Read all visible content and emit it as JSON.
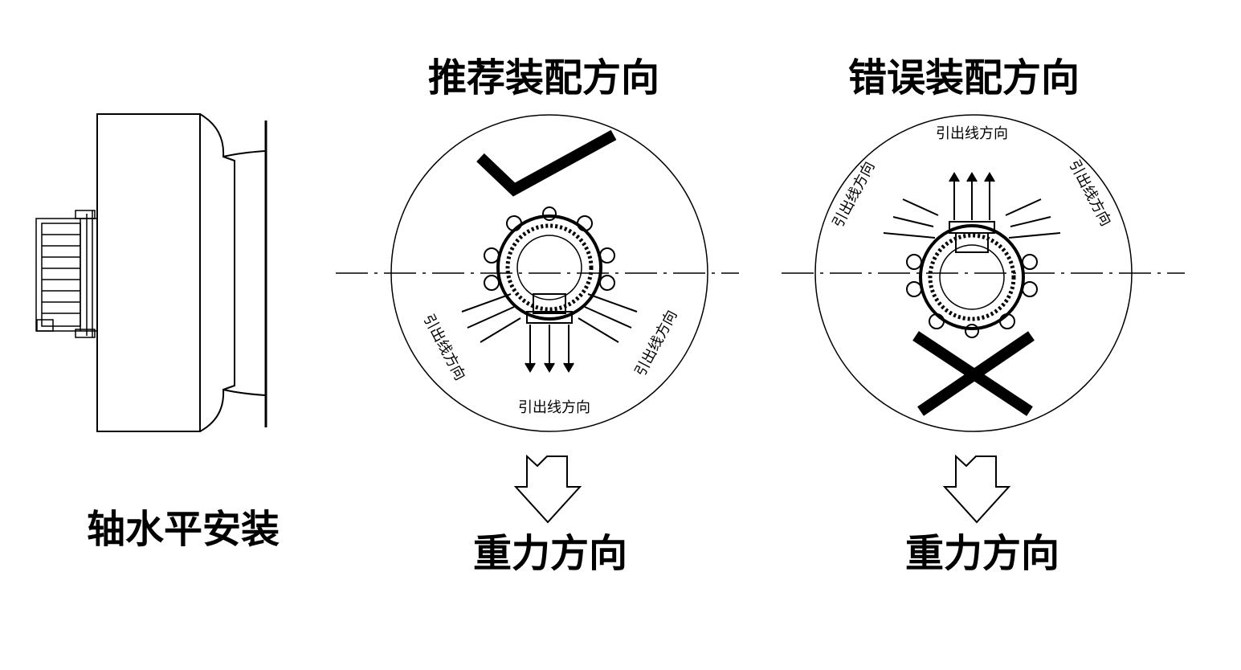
{
  "labels": {
    "recommended_title": "推荐装配方向",
    "wrong_title": "错误装配方向",
    "horizontal_mount": "轴水平安装",
    "gravity_left": "重力方向",
    "gravity_right": "重力方向",
    "lead_left_bottom": "引出线方向",
    "lead_left_lowerleft": "引出线方向",
    "lead_left_lowerright": "引出线方向",
    "lead_right_top": "引出线方向",
    "lead_right_upperleft": "引出线方向",
    "lead_right_upperright": "引出线方向"
  },
  "colors": {
    "ink": "#000000",
    "background": "#ffffff"
  },
  "icons": {
    "correct_mark": "check-mark-icon",
    "wrong_mark": "cross-mark-icon",
    "gravity": "down-arrow-icon"
  }
}
